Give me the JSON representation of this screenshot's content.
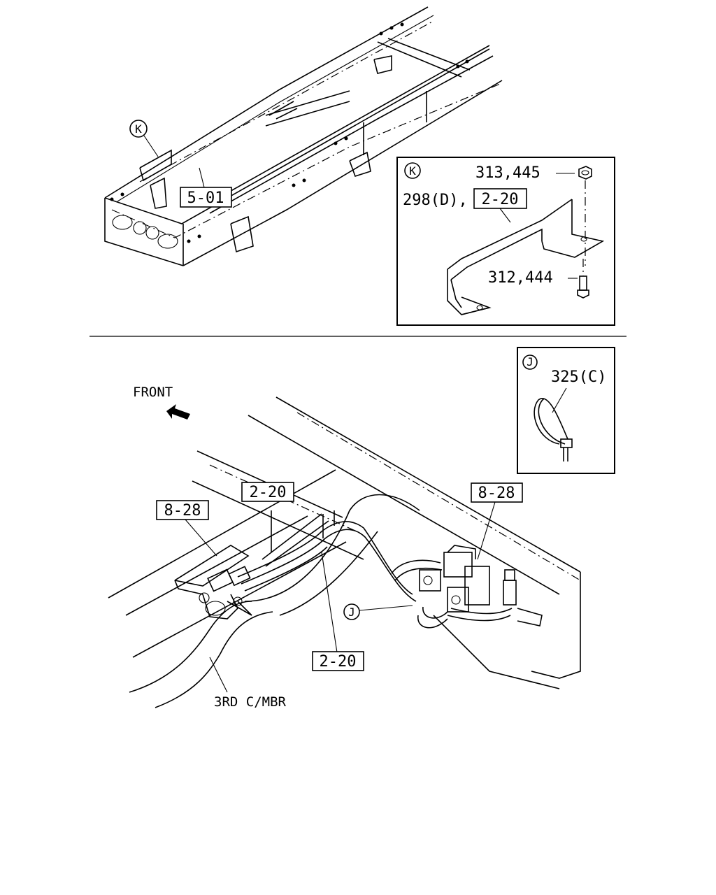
{
  "refs": {
    "ref_k": "K",
    "ref_j": "J",
    "frame_ref": "5-01",
    "bracket_ref": "2-20",
    "upper_line_ref": "2-20",
    "lower_line_ref": "2-20",
    "left_valve_ref": "8-28",
    "right_valve_ref": "8-28"
  },
  "detail_k": {
    "ref": "K",
    "nut_parts": "313,445",
    "bracket_parts": "298(D),",
    "bracket_ref": "2-20",
    "bolt_parts": "312,444"
  },
  "detail_j": {
    "ref": "J",
    "clip_parts": "325(C)"
  },
  "labels": {
    "front": "FRONT",
    "crossmember": "3RD C/MBR"
  }
}
